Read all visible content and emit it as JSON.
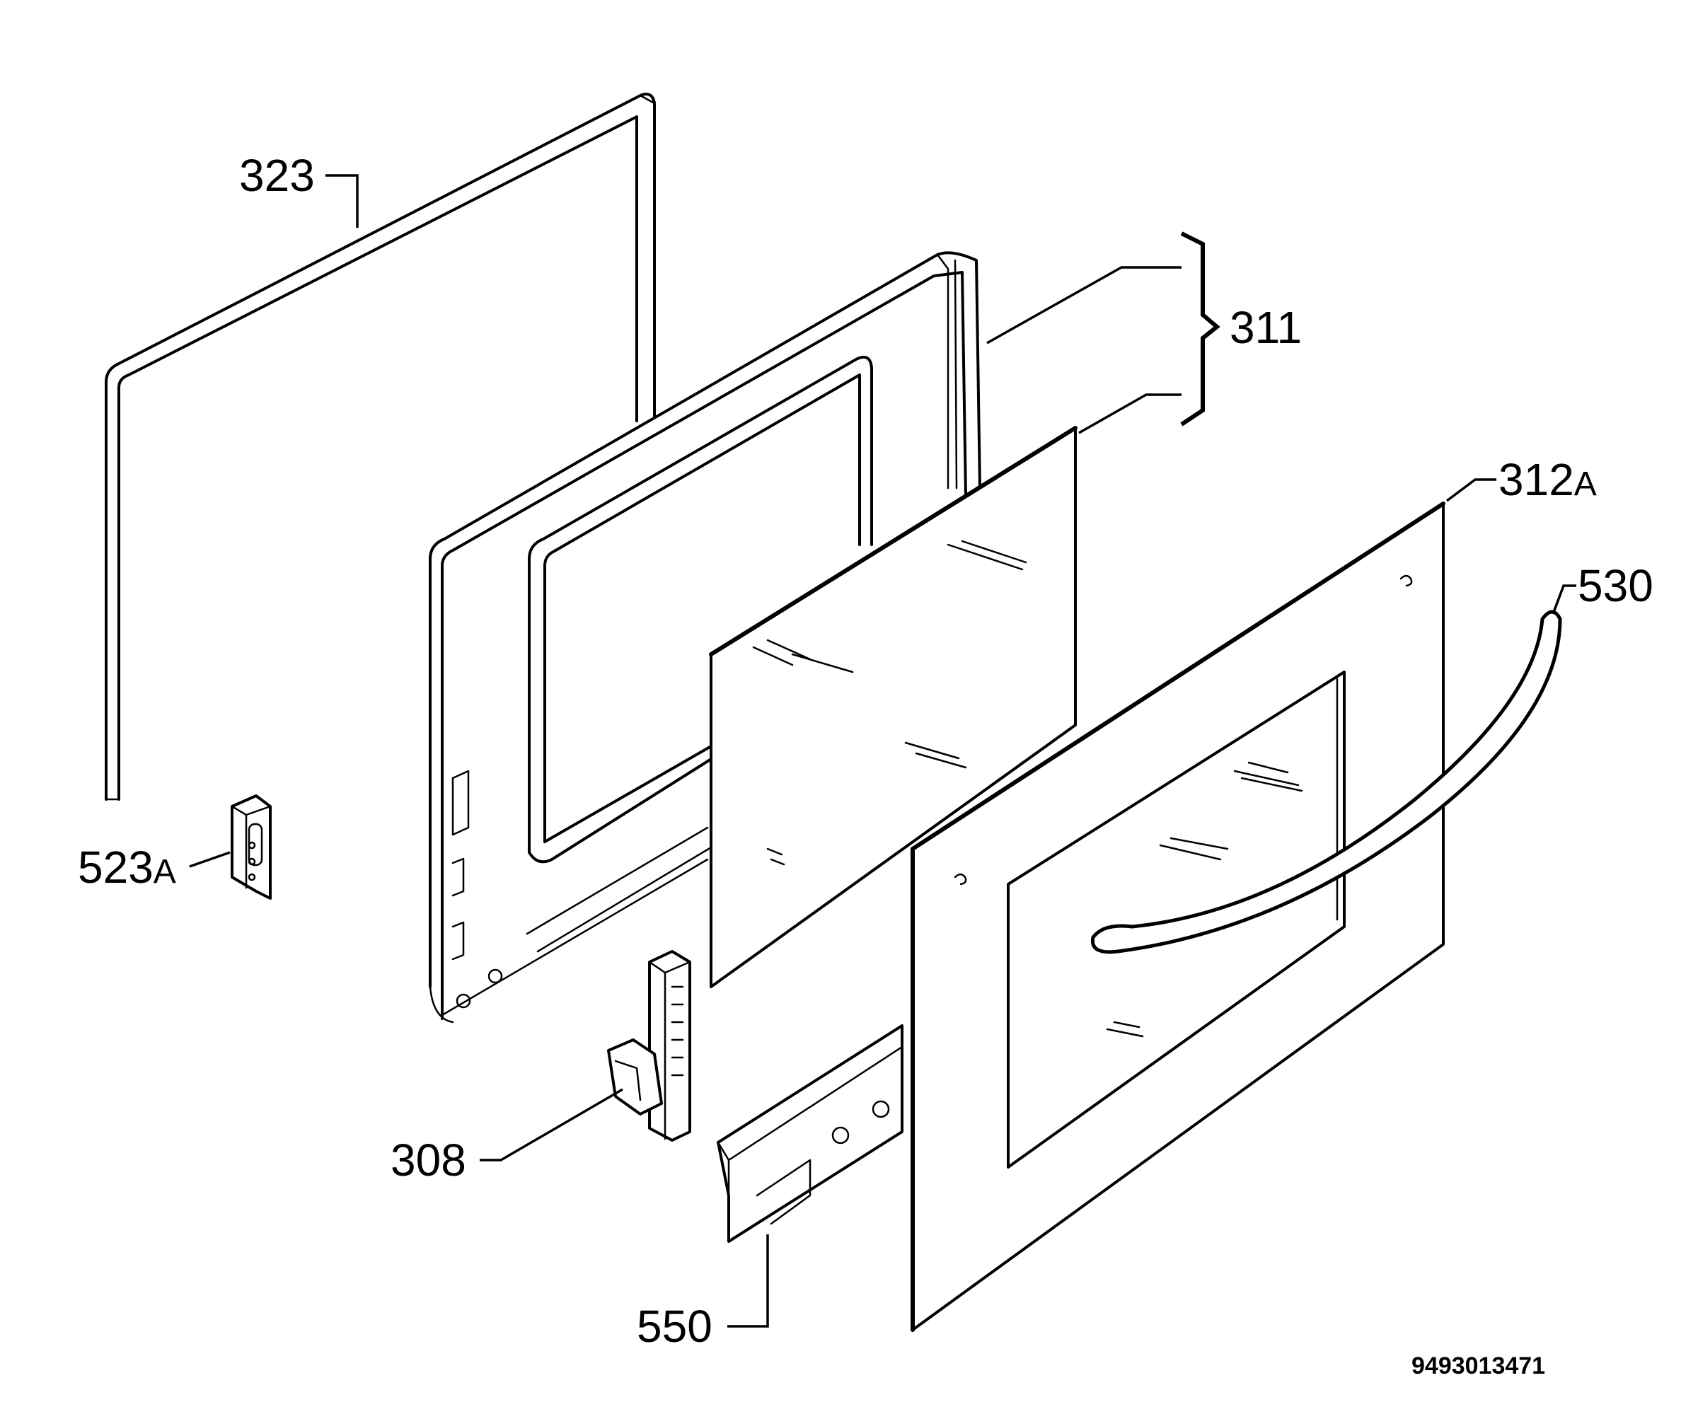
{
  "parts": [
    {
      "id": "323",
      "name": "door-seal-gasket"
    },
    {
      "id": "311",
      "name": "inner-door-frame-and-glass"
    },
    {
      "id": "312",
      "suffix": "A",
      "name": "outer-door-glass-panel"
    },
    {
      "id": "530",
      "name": "door-handle"
    },
    {
      "id": "523",
      "suffix": "A",
      "name": "door-catch-bracket"
    },
    {
      "id": "308",
      "name": "door-hinge"
    },
    {
      "id": "550",
      "name": "door-bottom-trim-profile"
    }
  ],
  "drawing_code": "9493013471"
}
